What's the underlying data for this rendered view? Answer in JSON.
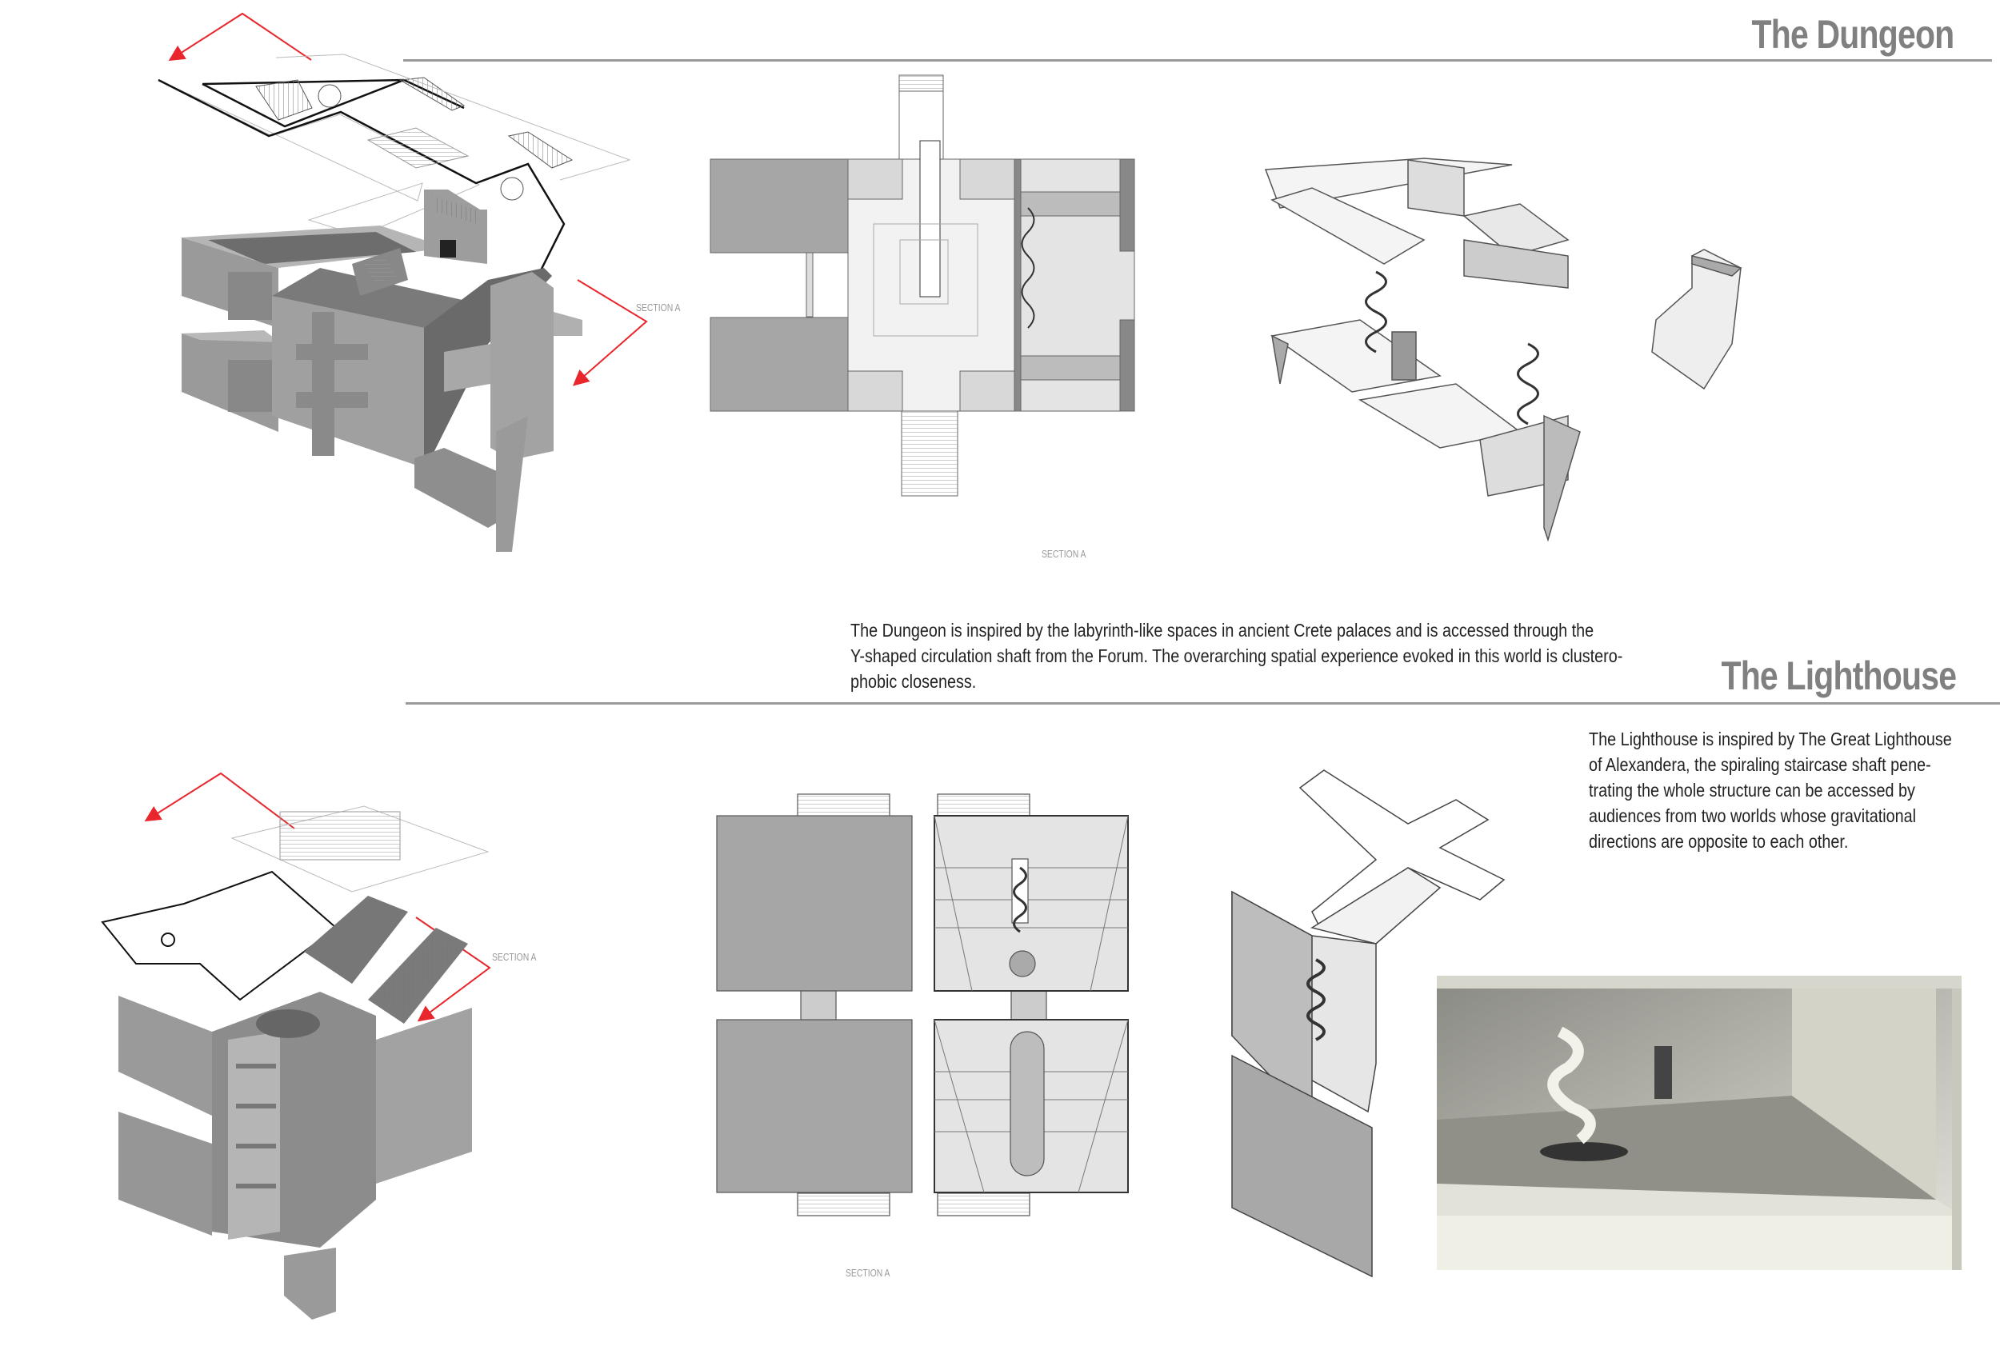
{
  "dungeon": {
    "title": "The Dungeon",
    "description_lines": [
      "The Dungeon is inspired by the labyrinth-like spaces in ancient Crete palaces and is accessed through the",
      "Y-shaped circulation shaft from the Forum. The overarching spatial experience evoked in this world is clustero-",
      "phobic closeness."
    ],
    "axon_section_label": "SECTION A",
    "plan_section_label": "SECTION A"
  },
  "lighthouse": {
    "title": "The Lighthouse",
    "description_lines": [
      "The Lighthouse is inspired by The Great Lighthouse",
      "of Alexandera, the spiraling staircase shaft pene-",
      "trating the whole structure can be accessed by",
      "audiences from two worlds whose gravitational",
      "directions are opposite to each other."
    ],
    "axon_section_label": "SECTION A",
    "plan_section_label": "SECTION A"
  },
  "colors": {
    "title": "#808080",
    "rule": "#9a9a9a",
    "section_arrow": "#e8262b",
    "massing": "#8f8f8f",
    "plan_dark": "#a6a6a7",
    "plan_light": "#e4e4e4"
  }
}
